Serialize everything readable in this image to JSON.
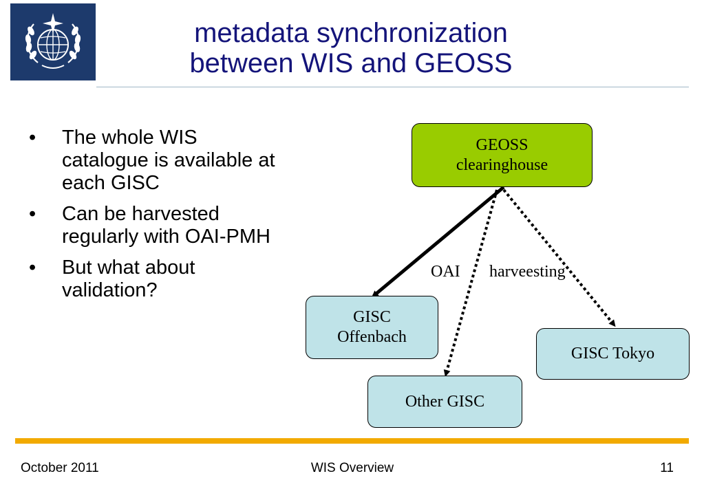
{
  "slide": {
    "title_line1": "metadata synchronization",
    "title_line2": "between WIS and GEOSS",
    "logo_icon": "wmo-emblem-icon"
  },
  "bullets": [
    "The whole WIS catalogue is available at each GISC",
    "Can be harvested regularly with OAI-PMH",
    "But what about validation?"
  ],
  "diagram": {
    "nodes": {
      "geoss": {
        "line1": "GEOSS",
        "line2": "clearinghouse"
      },
      "offenbach": {
        "line1": "GISC",
        "line2": "Offenbach"
      },
      "tokyo": {
        "label": "GISC Tokyo"
      },
      "other": {
        "label": "Other GISC"
      }
    },
    "edge_labels": {
      "oai": "OAI",
      "harvesting": "harveesting"
    },
    "edges": [
      {
        "from": "GEOSS clearinghouse",
        "to": "GISC Offenbach",
        "style": "solid"
      },
      {
        "from": "GEOSS clearinghouse",
        "to": "Other GISC",
        "style": "dotted"
      },
      {
        "from": "GEOSS clearinghouse",
        "to": "GISC Tokyo",
        "style": "dotted"
      }
    ],
    "colors": {
      "geoss_fill": "#99cc00",
      "gisc_fill": "#bfe3e8"
    }
  },
  "footer": {
    "date": "October 2011",
    "center": "WIS Overview",
    "page": "11",
    "accent": "#f2aa00"
  }
}
